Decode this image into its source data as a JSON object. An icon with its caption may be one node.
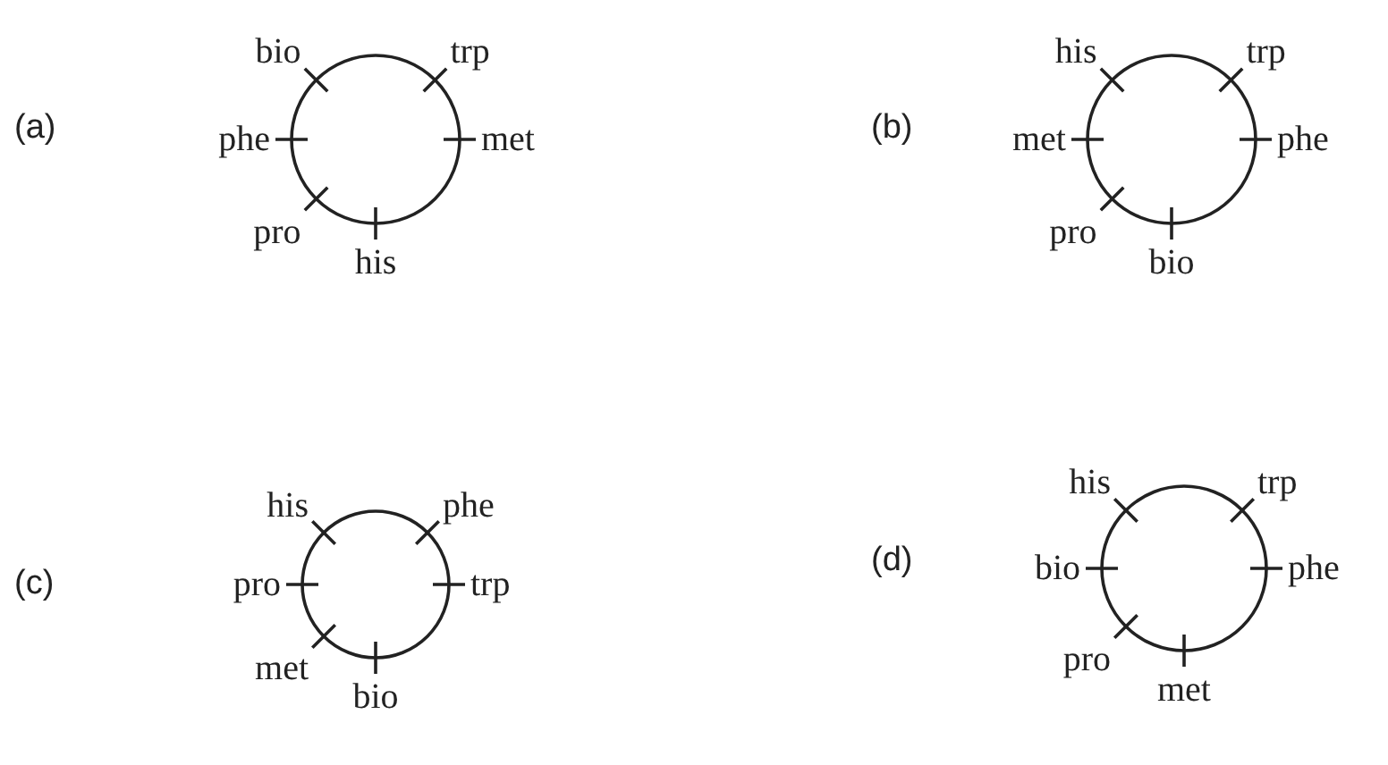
{
  "diagram": {
    "labels": [
      "(a)",
      "bio",
      "trp",
      "phe",
      "met",
      "pro",
      "his",
      "(b)",
      "his",
      "trp",
      "met",
      "phe",
      "pro",
      "bio",
      "(c)",
      "his",
      "phe",
      "pro",
      "trp",
      "met",
      "bio",
      "(d)",
      "his",
      "trp",
      "bio",
      "phe",
      "pro",
      "met"
    ]
  }
}
